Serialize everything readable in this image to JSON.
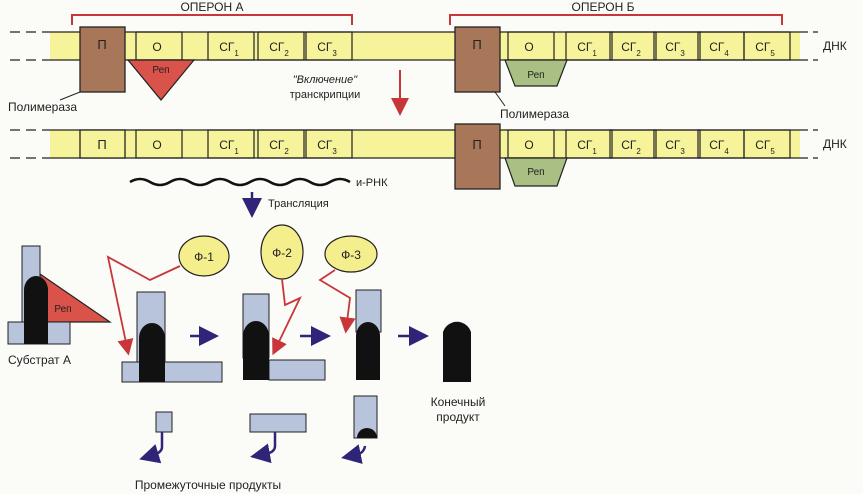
{
  "operon_a": {
    "title": "ОПЕРОН А",
    "genes": [
      "П",
      "О",
      "СГ",
      "СГ",
      "СГ"
    ],
    "gene_subscripts": [
      "",
      "",
      "1",
      "2",
      "3"
    ]
  },
  "operon_b": {
    "title": "ОПЕРОН Б",
    "genes": [
      "П",
      "О",
      "СГ",
      "СГ",
      "СГ",
      "СГ",
      "СГ"
    ],
    "gene_subscripts": [
      "",
      "",
      "1",
      "2",
      "3",
      "4",
      "5"
    ]
  },
  "labels": {
    "dnk_top": "ДНК",
    "dnk_bottom": "ДНК",
    "polymerase_left": "Полимераза",
    "polymerase_right": "Полимераза",
    "repressor": "Реп",
    "activation_line1": "\"Включение\"",
    "activation_line2": "транскрипции",
    "mrna": "и-РНК",
    "translation": "Трансляция",
    "substrate": "Субстрат А",
    "end_product_line1": "Конечный",
    "end_product_line2": "продукт",
    "intermediates": "Промежуточные продукты"
  },
  "enzymes": [
    "Ф-1",
    "Ф-2",
    "Ф-3"
  ],
  "colors": {
    "dna_band": "#f7f39a",
    "gene_border": "#222222",
    "promoter": "#a8775a",
    "repressor_active": "#d9534a",
    "repressor_inactive": "#a9bf83",
    "enzyme": "#f4ee8c",
    "substrate": "#b7c4dc",
    "arrow_red": "#c8363a",
    "arrow_blue": "#2e2578"
  }
}
